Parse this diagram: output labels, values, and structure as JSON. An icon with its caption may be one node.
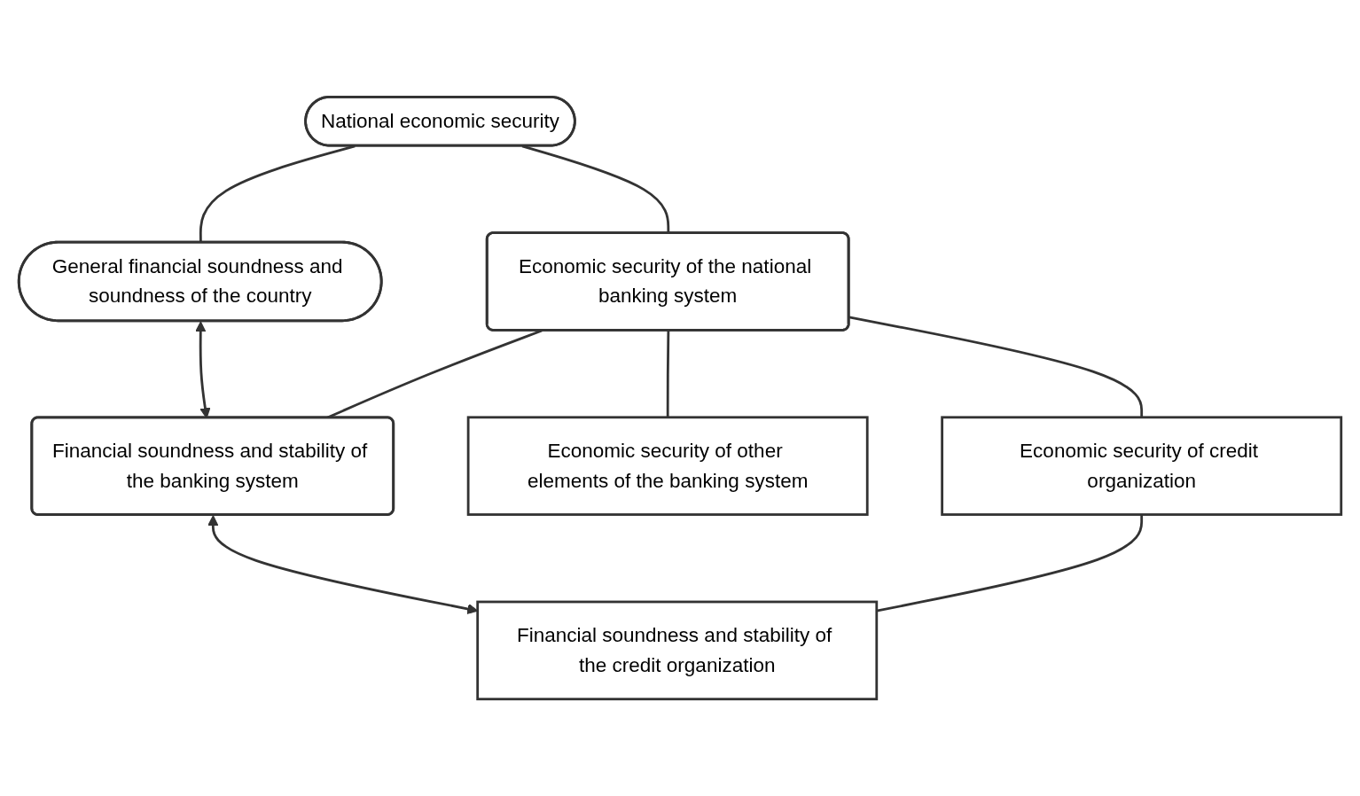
{
  "diagram": {
    "nodes": [
      {
        "text": [
          "National economic security"
        ]
      },
      {
        "text": [
          "General financial soundness and soundness of the country"
        ]
      },
      {
        "text": [
          "Economic security of the national banking system"
        ]
      },
      {
        "text": [
          "Financial soundness and stability of the banking system"
        ]
      },
      {
        "text": [
          "Economic security of other elements of the banking system"
        ]
      },
      {
        "text": [
          "Economic security of credit organization"
        ]
      },
      {
        "text": [
          "Financial soundness and stability of the credit organization"
        ]
      }
    ],
    "edges": [
      {
        "from": 0,
        "to": 1,
        "arrow": "none"
      },
      {
        "from": 0,
        "to": 2,
        "arrow": "none"
      },
      {
        "from": 1,
        "to": 3,
        "arrow": "both"
      },
      {
        "from": 2,
        "to": 3,
        "arrow": "none"
      },
      {
        "from": 2,
        "to": 4,
        "arrow": "none"
      },
      {
        "from": 2,
        "to": 5,
        "arrow": "none"
      },
      {
        "from": 3,
        "to": 6,
        "arrow": "both"
      },
      {
        "from": 5,
        "to": 6,
        "arrow": "none"
      }
    ]
  }
}
